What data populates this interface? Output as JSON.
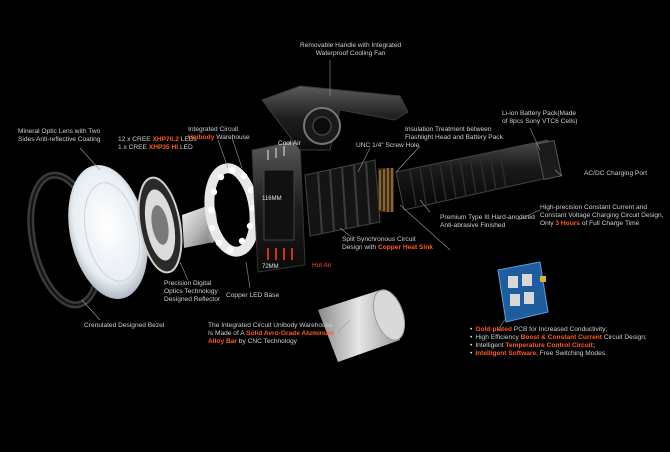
{
  "labels": {
    "handle": [
      "Removable Handle with Integrated",
      "Waterproof Cooling Fan"
    ],
    "battery": [
      "Li-ion Battery Pack(Made",
      "of 8pcs Sony VTC6 Cells)"
    ],
    "mineral": [
      "Mineral Optic Lens with Two",
      "Sides Anti-reflective Coating"
    ],
    "warehouse": {
      "pre": "Integrated Circuit",
      "hl": "Unibody",
      "post": "Warehouse"
    },
    "leds": {
      "line1_pre": "12 x CREE",
      "line1_hl": "XHP70.2",
      "line1_post": "LEDs",
      "line2_pre": "1 x CREE",
      "line2_hl": "XHP35 HI",
      "line2_post": "LED"
    },
    "insulation": [
      "Insulation Treatment between",
      "Flashlight Head and Battery Pack"
    ],
    "screw": "UNC 1/4\" Screw Hole",
    "charging_port": "AC/DC Charging Port",
    "precision_charge": {
      "line1": "High-precision Constant Current and",
      "line2": "Constant Voltage Charging Circuit Design,",
      "line3_pre": "Only",
      "line3_hl": "3 Hours",
      "line3_post": "of Full Charge Time"
    },
    "premium": [
      "Premium Type III Hard-anodized",
      "Anti-abrasive Finished"
    ],
    "split": {
      "line1": "Split Synchronous Circuit",
      "line2_pre": "Design with",
      "line2_hl": "Copper Heat Sink"
    },
    "optics": [
      "Precision Digital",
      "Optics Technology",
      "Designed Reflector"
    ],
    "copper_base": "Copper LED Base",
    "bezel": "Crenulated Designed Bezel",
    "unibody": {
      "line1": "The Integrated Circuit Unibody Warehouse",
      "line2_pre": "Is Made of A",
      "line2_hl": "Solid Avro-Grade Aluminum",
      "line3_hl": "Alloy Bar",
      "line3_post": "by CNC Technology"
    },
    "features": {
      "f1_hl": "Gold-plated",
      "f1_post": "PCB for Increased Conductivity;",
      "f2_pre": "High Efficiency",
      "f2_hl": "Boost & Constant Current",
      "f2_post": "Circuit Design;",
      "f3_pre": "Intelligent",
      "f3_hl": "Temperature Control Circuit;",
      "f4_hl": "Intelligent Software",
      "f4_post": ", Free Switching Modes."
    }
  },
  "dims": {
    "height": "116MM",
    "width": "72MM"
  },
  "air": {
    "cool": "Cool Air",
    "hot": "Hot Air"
  },
  "colors": {
    "highlight": "#ff5a1e",
    "hot": "#ff4a2a",
    "cool": "#dfe6ee",
    "background": "#000000"
  }
}
